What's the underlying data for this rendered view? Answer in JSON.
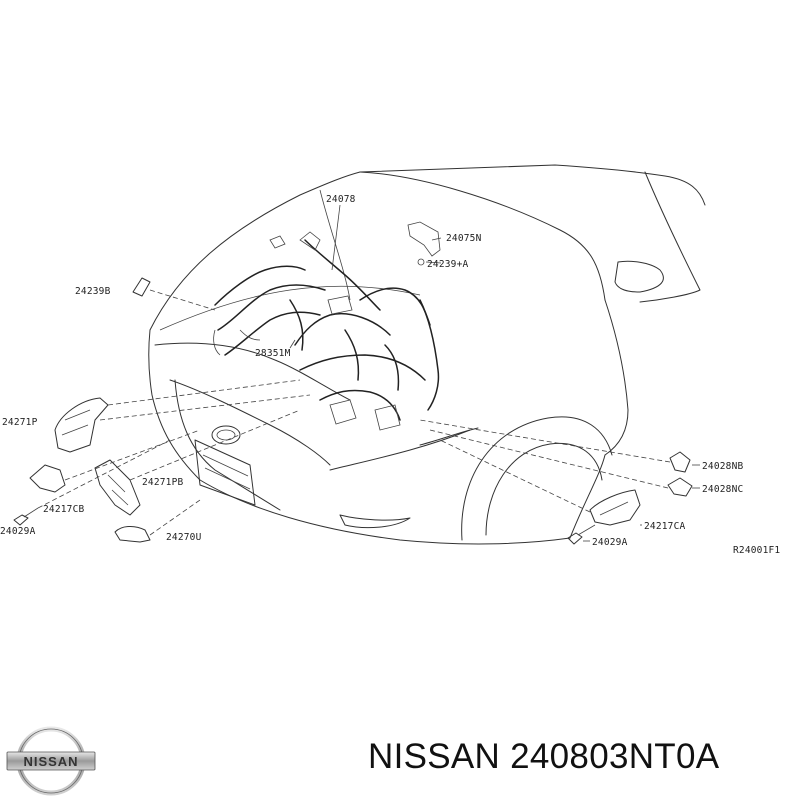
{
  "diagram": {
    "reference": "R24001F1",
    "callouts": {
      "c24078": "24078",
      "c24075N": "24075N",
      "c24239A": "24239+A",
      "c24239B": "24239B",
      "c28351M": "28351M",
      "c24271P": "24271P",
      "c24271PB": "24271PB",
      "c24217CB": "24217CB",
      "c24029A_left": "24029A",
      "c24270U": "24270U",
      "c24028NB": "24028NB",
      "c24028NC": "24028NC",
      "c24217CA": "24217CA",
      "c24029A_right": "24029A"
    }
  },
  "brand": {
    "logo_text": "NISSAN",
    "caption": "NISSAN 240803NT0A"
  }
}
